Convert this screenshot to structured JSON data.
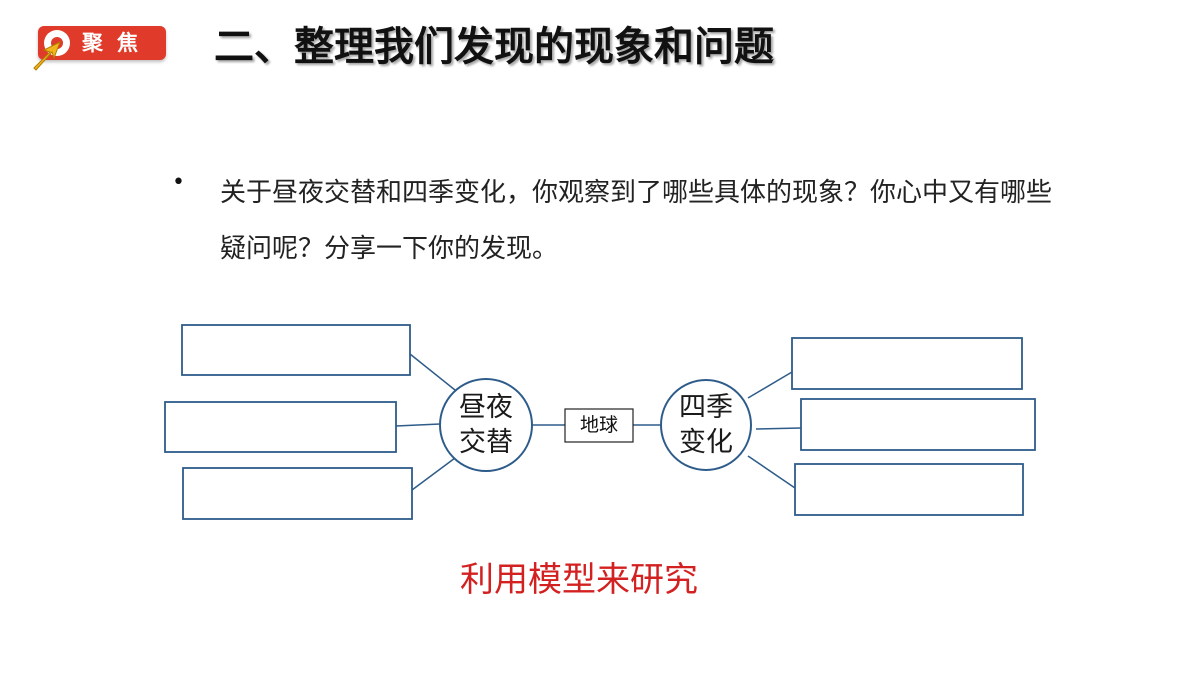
{
  "header": {
    "badge_label": "聚焦",
    "title": "二、整理我们发现的现象和问题"
  },
  "question": {
    "bullet": "•",
    "line1": "关于昼夜交替和四季变化，你观察到了哪些具体的现象？你心中又有哪些",
    "line2": "疑问呢？分享一下你的发现。"
  },
  "diagram": {
    "left_node": {
      "line1": "昼夜",
      "line2": "交替"
    },
    "center_label": "地球",
    "right_node": {
      "line1": "四季",
      "line2": "变化"
    },
    "line_color": "#2e5c8a",
    "box_border_color": "#2e5c8a"
  },
  "caption": "利用模型来研究",
  "colors": {
    "badge": "#e03a2a",
    "caption": "#d32020",
    "cursor": "#f2b61c"
  }
}
